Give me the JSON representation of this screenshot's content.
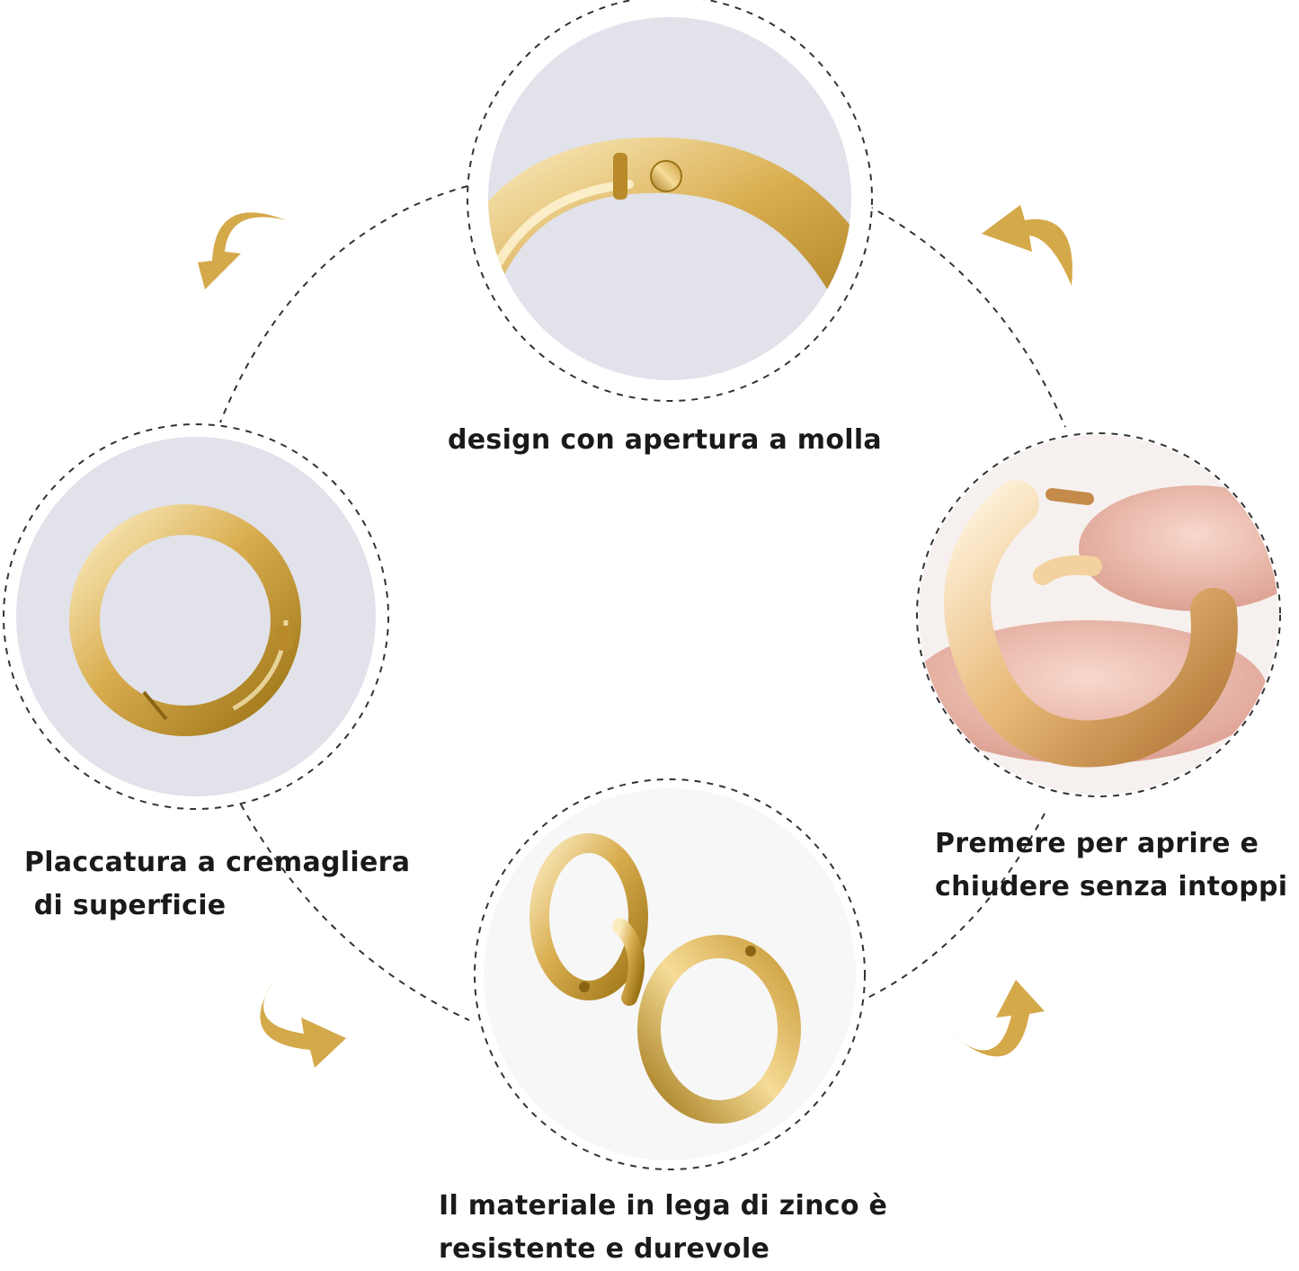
{
  "colors": {
    "gold": "#d4a94a",
    "gold_dark": "#a8801f",
    "gold_light": "#f4dc98",
    "circle_bg": "#e1e2ea",
    "dashed_line": "#333333",
    "skin": "#ecbcae"
  },
  "icons": [
    "curved-arrow-icon",
    "curved-arrow-icon",
    "curved-arrow-icon",
    "curved-arrow-icon"
  ],
  "features": {
    "top": {
      "line1": "design con apertura a molla"
    },
    "left": {
      "line1": "Placcatura a cremagliera",
      "line2": " di superficie"
    },
    "right": {
      "line1": "Premere per aprire e",
      "line2": "chiudere senza intoppi"
    },
    "bottom": {
      "line1": "Il materiale in lega di zinco è",
      "line2": "resistente e durevole"
    }
  }
}
